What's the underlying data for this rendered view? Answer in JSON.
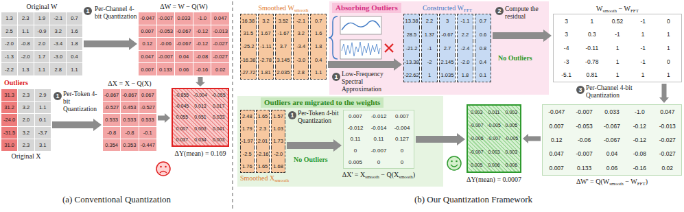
{
  "diagram": {
    "nodes": [
      {
        "text": [
          "Original W",
          "1.3",
          "2.3",
          "1.9",
          "-2.1",
          "0.7",
          "2.5",
          "1.1",
          "-0.9",
          "3.2",
          "1.6",
          "-2.0",
          "-0.8",
          "2.0",
          "-3.4",
          "1.8",
          "-1.3",
          "-2.0",
          "1.7",
          "-3.0",
          "0.4",
          "-2.2",
          "1.3",
          "1.1",
          "2.8",
          "1.1"
        ]
      },
      {
        "text": [
          "ΔW = W − Q(W)",
          "-0.047",
          "-0.007",
          "0.033",
          "-1.0",
          "0.047",
          "0.007",
          "-0.053",
          "-0.067",
          "-0.12",
          "-0.013",
          "0.12",
          "-0.06",
          "-0.067",
          "-0.12",
          "-0.027",
          "0.047",
          "-0.007",
          "0.04",
          "-0.08",
          "-0.027",
          "0.007",
          "0.133",
          "0.06",
          "-0.16",
          "0.02"
        ]
      },
      {
        "text": [
          "Original X",
          "31.3",
          "2.3",
          "2.9",
          "31.2",
          "3.2",
          "1.1",
          "-24.0",
          "2.0",
          "0.1",
          "-31.5",
          "3.2",
          "-3.7",
          "31.0",
          "2.3",
          "3.1"
        ]
      },
      {
        "text": [
          "ΔX = X − Q(X)",
          "-0.867",
          "-0.867",
          "0.067",
          "-0.527",
          "0.453",
          "-0.527",
          "0.533",
          "0.533",
          "0.533",
          "-0.8",
          "-0.8",
          "-0.1",
          "0.354",
          "0.353",
          "-0.447"
        ]
      },
      {
        "text": [
          "ΔY(mean) = 0.169",
          "-0.855",
          "-0.004",
          "-0.055",
          "-0.045",
          "0.013",
          "0.017",
          "0.055",
          "0.051",
          "0.033",
          "0.007",
          "0.003",
          "0.041",
          "0.037",
          "0.034",
          "0.003"
        ]
      },
      {
        "text": [
          "Smoothed W",
          "smooth",
          "16.38",
          "3.2",
          "3.52",
          "-2.1",
          "0.7",
          "31.5",
          "1.67",
          "-1.67",
          "3.2",
          "1.6",
          "-25.2",
          "-1.11",
          "3.7",
          "-3.4",
          "1.8",
          "-16.38",
          "-2.78",
          "3.145",
          "-3.0",
          "0.4",
          "-27.72",
          "1.81",
          "2.035",
          "2.8",
          "1.1"
        ]
      },
      {
        "text": [
          "Absorbing Outliers"
        ]
      },
      {
        "text": [
          "Constructed W",
          "FFT",
          "13.38",
          "2.2",
          "3",
          "-1.1",
          "0.7",
          "28.5",
          "1.37",
          "-0.67",
          "2.2",
          "0.6",
          "-21.2",
          "-1",
          "2.7",
          "-2.4",
          "0.8",
          "-13.38",
          "-2",
          "2.145",
          "-2.0",
          "0.4",
          "-22.62",
          "1",
          "1.035",
          "1.8",
          "0.1"
        ],
        "in": 6
      },
      {
        "text": [
          "W",
          "smooth",
          " − W",
          "FFT",
          "3",
          "1",
          "0.52",
          "-1",
          "0",
          "3",
          "0.3",
          "-1",
          "1",
          "1",
          "-4",
          "-0.11",
          "1",
          "-1",
          "1",
          "-3",
          "-0.78",
          "1",
          "-1",
          "0",
          "-5.1",
          "0.81",
          "1",
          "1",
          "1"
        ]
      },
      {
        "text": [
          "ΔW' = Q(W",
          "smooth",
          " − W",
          "FFT",
          ")",
          "-0.047",
          "-0.007",
          "0.033",
          "-1.0",
          "0.047",
          "0.007",
          "-0.053",
          "-0.067",
          "-0.12",
          "-0.013",
          "0.12",
          "-0.06",
          "-0.067",
          "-0.12",
          "-0.027",
          "0.047",
          "-0.007",
          "0.04",
          "-0.08",
          "-0.027",
          "0.007",
          "0.133",
          "0.06",
          "-0.16",
          "0.02"
        ]
      },
      {
        "text": [
          "Outliers are migrated to the weights"
        ]
      },
      {
        "text": [
          "Smoothed X",
          "smooth",
          "2.48",
          "1.65",
          "1.57",
          "1.79",
          "2.3",
          "1.03",
          "-1.97",
          "2.01",
          "1.73",
          "-2.5",
          "-2.16",
          "-2.0",
          "1.76",
          "1.65",
          "1.68"
        ],
        "in": 10
      },
      {
        "text": [
          "ΔX' = X",
          "smooth",
          " − Q(X",
          "smooth",
          ")",
          "0.007",
          "-0.012",
          "0.007",
          "-0.012",
          "-0.014",
          "-0.004",
          "0.11",
          "0.11",
          "0.127",
          "0",
          "-0.007",
          "0",
          "0.005",
          "0",
          "0"
        ],
        "in": 10
      },
      {
        "text": [
          "ΔY(mean) = 0.0007",
          "0.003",
          "0.011",
          "0.003",
          "-0.007",
          "-0.005",
          "0.005",
          "-0.006",
          "-0.007",
          "-0.005",
          "-0.007",
          "0.003",
          "0.003",
          "0.005",
          "0.006",
          "0.006"
        ]
      }
    ],
    "edges": [
      {
        "from": 0,
        "to": 1,
        "arrow": "to",
        "label": "Per-Channel 4-bit Quantization"
      },
      {
        "from": 2,
        "to": 3,
        "arrow": "to",
        "label": "Per-Token 4-bit Quantization"
      },
      {
        "from": 1,
        "to": 4,
        "arrow": "to"
      },
      {
        "from": 3,
        "to": 4,
        "arrow": "to"
      },
      {
        "from": 5,
        "to": 7,
        "arrow": "to",
        "label": "Low-Frequency Spectral Approximation"
      },
      {
        "from": 7,
        "to": 8,
        "arrow": "to",
        "label": "Compute the residual"
      },
      {
        "from": 8,
        "to": 9,
        "arrow": "to",
        "label": "Per-Channel 4-bit Quantization"
      },
      {
        "from": 9,
        "to": 13,
        "arrow": "to"
      },
      {
        "from": 11,
        "to": 12,
        "arrow": "to",
        "label": "Per-Token 4-bit Quantization"
      },
      {
        "from": 12,
        "to": 13,
        "arrow": "to"
      }
    ],
    "labels": [
      "1",
      "Outliers",
      "1",
      "(a) Conventional Quantization",
      "1",
      "2",
      "No Outliers",
      "3",
      "1",
      "No Outliers",
      "(b) Our Quantization Framework"
    ]
  }
}
